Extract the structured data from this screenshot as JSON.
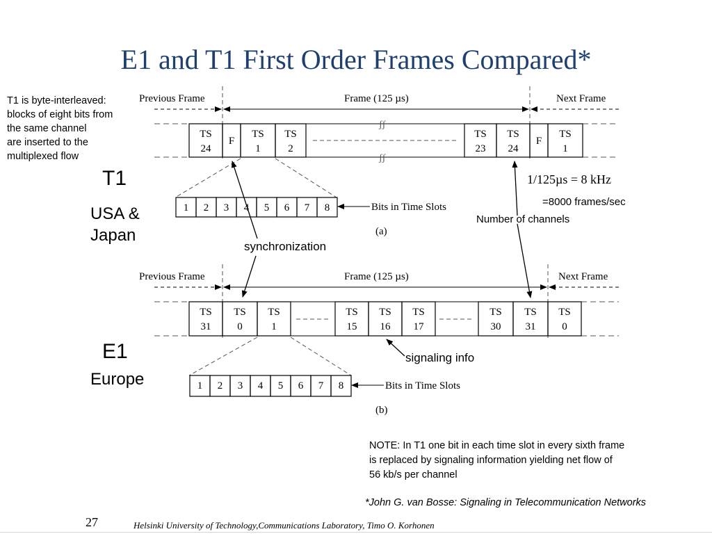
{
  "slide": {
    "title": "E1 and T1 First Order Frames Compared*",
    "left_note": [
      "T1 is byte-interleaved:",
      "blocks of eight bits from",
      "the same channel",
      "are inserted to the",
      "multiplexed flow"
    ],
    "t1_label": "T1",
    "t1_region": [
      "USA &",
      "Japan"
    ],
    "e1_label": "E1",
    "e1_region": "Europe",
    "rate_formula": "1/125µs = 8 kHz",
    "frames_per_sec": "=8000 frames/sec",
    "num_channels": "Number of channels",
    "synchronization": "synchronization",
    "signaling_info": "signaling info",
    "note": [
      "NOTE: In T1 one bit in each time slot in every sixth frame",
      "is replaced by signaling information yielding net flow of",
      "56 kb/s per channel"
    ],
    "citation": "*John G. van Bosse: Signaling in Telecommunication Networks",
    "page_number": "27",
    "footer": "Helsinki University of Technology,Communications Laboratory, Timo O. Korhonen"
  },
  "figure_a": {
    "prev_frame": "Previous Frame",
    "frame": "Frame (125 µs)",
    "next_frame": "Next Frame",
    "slots": [
      [
        "TS",
        "24"
      ],
      [
        "F",
        ""
      ],
      [
        "TS",
        "1"
      ],
      [
        "TS",
        "2"
      ],
      [
        "TS",
        "23"
      ],
      [
        "TS",
        "24"
      ],
      [
        "F",
        ""
      ],
      [
        "TS",
        "1"
      ]
    ],
    "bits": [
      "1",
      "2",
      "3",
      "4",
      "5",
      "6",
      "7",
      "8"
    ],
    "bits_label": "Bits in Time Slots",
    "caption": "(a)"
  },
  "figure_b": {
    "prev_frame": "Previous Frame",
    "frame": "Frame (125 µs)",
    "next_frame": "Next Frame",
    "slots": [
      [
        "TS",
        "31"
      ],
      [
        "TS",
        "0"
      ],
      [
        "TS",
        "1"
      ],
      [
        "TS",
        "15"
      ],
      [
        "TS",
        "16"
      ],
      [
        "TS",
        "17"
      ],
      [
        "TS",
        "30"
      ],
      [
        "TS",
        "31"
      ],
      [
        "TS",
        "0"
      ]
    ],
    "bits": [
      "1",
      "2",
      "3",
      "4",
      "5",
      "6",
      "7",
      "8"
    ],
    "bits_label": "Bits in Time Slots",
    "caption": "(b)"
  }
}
